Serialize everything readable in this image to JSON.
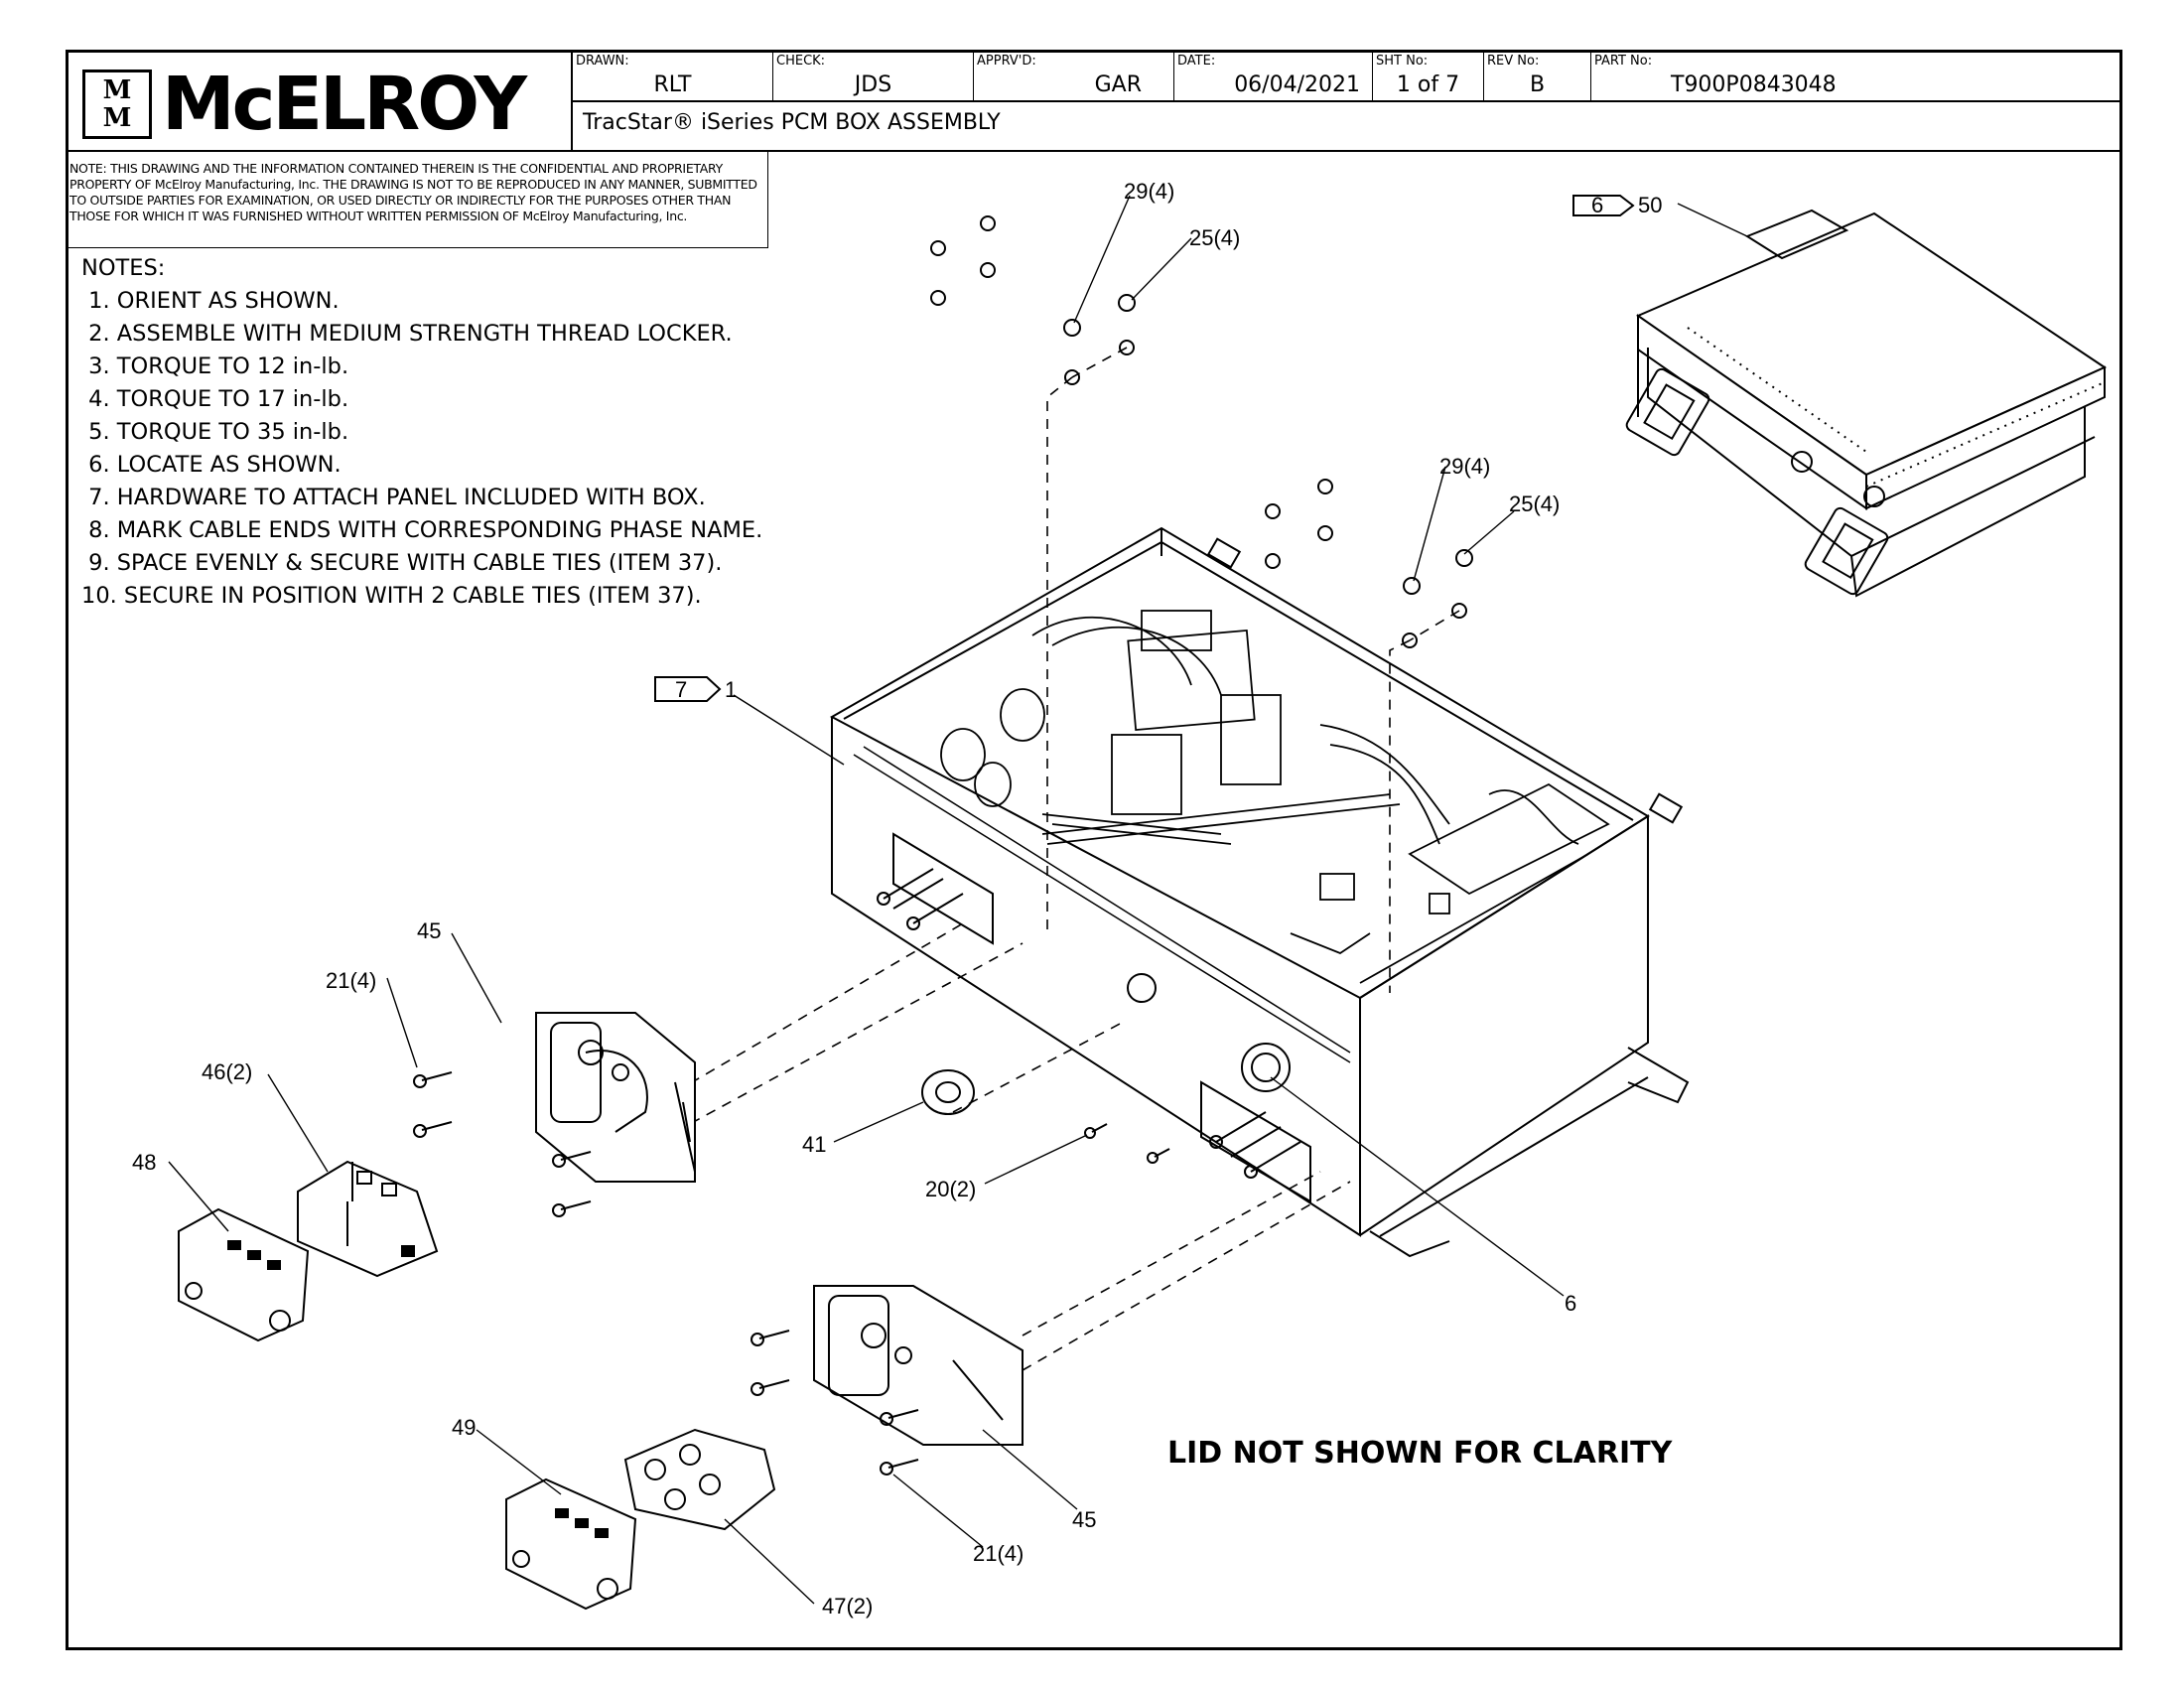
{
  "title_block": {
    "logo_mark": "M",
    "logo_text": "McELROY",
    "drawn_label": "DRAWN:",
    "drawn": "RLT",
    "check_label": "CHECK:",
    "check": "JDS",
    "apprvd_label": "APPRV'D:",
    "apprvd": "GAR",
    "date_label": "DATE:",
    "date": "06/04/2021",
    "sht_label": "SHT No:",
    "sht": "1 of 7",
    "rev_label": "REV No:",
    "rev": "B",
    "part_label": "PART No:",
    "part": "T900P0843048",
    "description": "TracStar® iSeries PCM BOX ASSEMBLY"
  },
  "proprietary_note": "NOTE: THIS DRAWING AND THE INFORMATION CONTAINED THEREIN IS THE CONFIDENTIAL AND PROPRIETARY PROPERTY OF McElroy Manufacturing, Inc. THE DRAWING IS NOT TO BE REPRODUCED IN ANY MANNER, SUBMITTED TO OUTSIDE PARTIES FOR EXAMINATION, OR USED DIRECTLY OR INDIRECTLY FOR THE PURPOSES OTHER THAN THOSE FOR WHICH IT WAS FURNISHED WITHOUT WRITTEN PERMISSION OF McElroy Manufacturing, Inc.",
  "notes": {
    "heading": "NOTES:",
    "items": [
      " 1. ORIENT AS SHOWN.",
      " 2. ASSEMBLE WITH MEDIUM STRENGTH THREAD LOCKER.",
      " 3. TORQUE TO 12 in-lb.",
      " 4. TORQUE TO 17 in-lb.",
      " 5. TORQUE TO 35 in-lb.",
      " 6. LOCATE AS SHOWN.",
      " 7. HARDWARE TO ATTACH PANEL INCLUDED WITH BOX.",
      " 8. MARK CABLE ENDS WITH CORRESPONDING PHASE NAME.",
      " 9. SPACE EVENLY & SECURE WITH CABLE TIES (ITEM 37).",
      "10. SECURE IN POSITION WITH 2 CABLE TIES (ITEM 37)."
    ]
  },
  "callouts": {
    "c29a": "29(4)",
    "c25a": "25(4)",
    "c29b": "29(4)",
    "c25b": "25(4)",
    "flag6": "6",
    "c50": "50",
    "flag7": "7",
    "c1": "1",
    "c45a": "45",
    "c21a": "21(4)",
    "c46": "46(2)",
    "c48": "48",
    "c41": "41",
    "c20": "20(2)",
    "c6": "6",
    "c49": "49",
    "c47": "47(2)",
    "c45b": "45",
    "c21b": "21(4)"
  },
  "clarity_note": "LID NOT SHOWN FOR CLARITY"
}
